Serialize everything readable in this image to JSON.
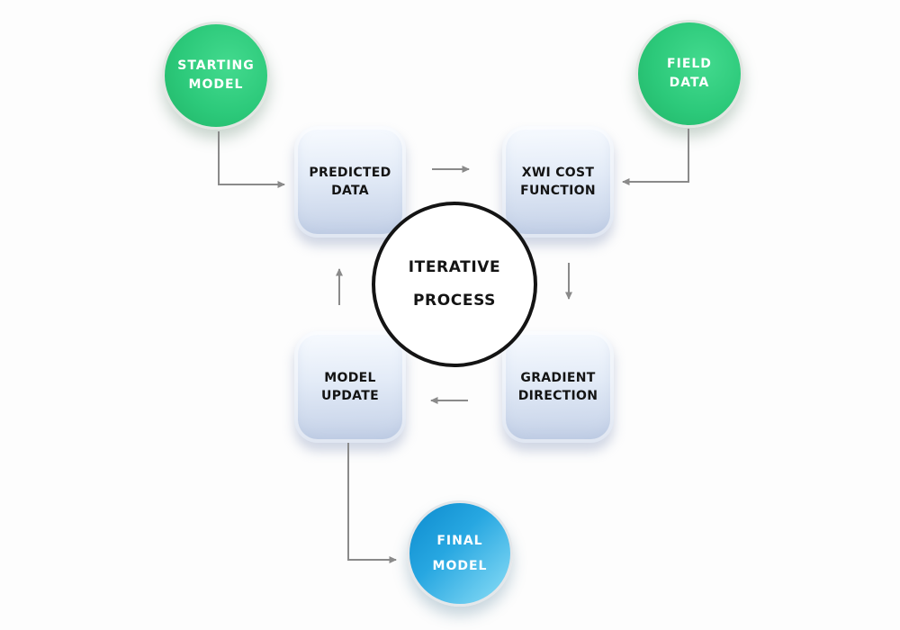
{
  "title": "Iterative Process Flow Diagram",
  "colors": {
    "arrow": "#8a8a8a",
    "green_node": "#2cc97a",
    "blue_node": "#1e9fdb",
    "square_node": "#d5dff0",
    "dark_text": "#141414",
    "light_text": "#ffffff",
    "center_border": "#141414"
  },
  "nodes": {
    "starting_model": {
      "label": "STARTING\nMODEL",
      "shape": "circle",
      "color": "green"
    },
    "field_data": {
      "label": "FIELD\nDATA",
      "shape": "circle",
      "color": "green"
    },
    "predicted_data": {
      "label": "PREDICTED\nDATA",
      "shape": "rounded-square",
      "color": "light-blue"
    },
    "xwi_cost_function": {
      "label": "XWI COST\nFUNCTION",
      "shape": "rounded-square",
      "color": "light-blue"
    },
    "iterative_process": {
      "label": "ITERATIVE\nPROCESS",
      "shape": "circle-outline",
      "color": "white"
    },
    "model_update": {
      "label": "MODEL\nUPDATE",
      "shape": "rounded-square",
      "color": "light-blue"
    },
    "gradient_direction": {
      "label": "GRADIENT\nDIRECTION",
      "shape": "rounded-square",
      "color": "light-blue"
    },
    "final_model": {
      "label": "FINAL\nMODEL",
      "shape": "circle",
      "color": "blue"
    }
  },
  "edges": [
    {
      "from": "starting_model",
      "to": "predicted_data",
      "route": "elbow-down-right"
    },
    {
      "from": "predicted_data",
      "to": "xwi_cost_function",
      "route": "straight-right"
    },
    {
      "from": "field_data",
      "to": "xwi_cost_function",
      "route": "elbow-down-left"
    },
    {
      "from": "xwi_cost_function",
      "to": "gradient_direction",
      "route": "straight-down"
    },
    {
      "from": "gradient_direction",
      "to": "model_update",
      "route": "straight-left"
    },
    {
      "from": "model_update",
      "to": "predicted_data",
      "route": "straight-up"
    },
    {
      "from": "model_update",
      "to": "final_model",
      "route": "elbow-down-right"
    }
  ]
}
